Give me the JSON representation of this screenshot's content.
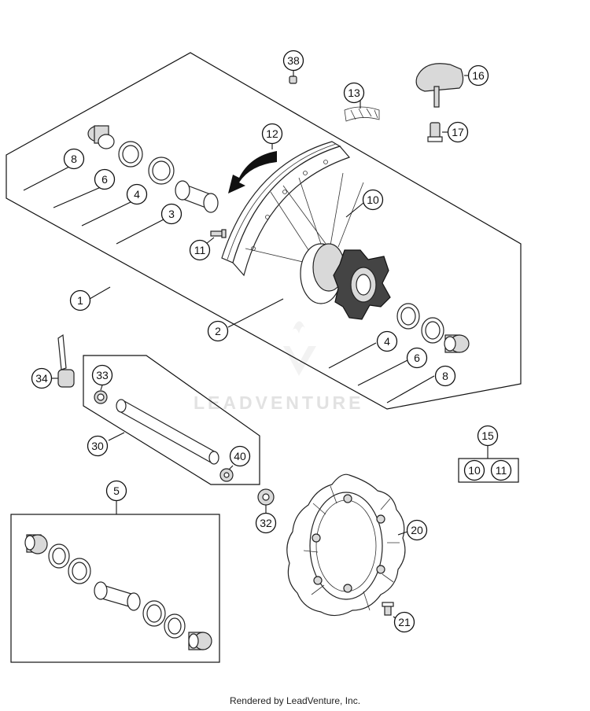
{
  "diagram": {
    "callouts": {
      "c38": "38",
      "c16": "16",
      "c13": "13",
      "c17": "17",
      "c12": "12",
      "c8a": "8",
      "c6a": "6",
      "c4a": "4",
      "c3": "3",
      "c10a": "10",
      "c11a": "11",
      "c1": "1",
      "c2": "2",
      "c4b": "4",
      "c6b": "6",
      "c8b": "8",
      "c34": "34",
      "c33": "33",
      "c30": "30",
      "c40": "40",
      "c15": "15",
      "c10b": "10",
      "c11b": "11",
      "c5": "5",
      "c32": "32",
      "c20": "20",
      "c21": "21"
    },
    "watermark": "LEADVENTURE"
  },
  "footer": {
    "text": "Rendered by LeadVenture, Inc."
  }
}
